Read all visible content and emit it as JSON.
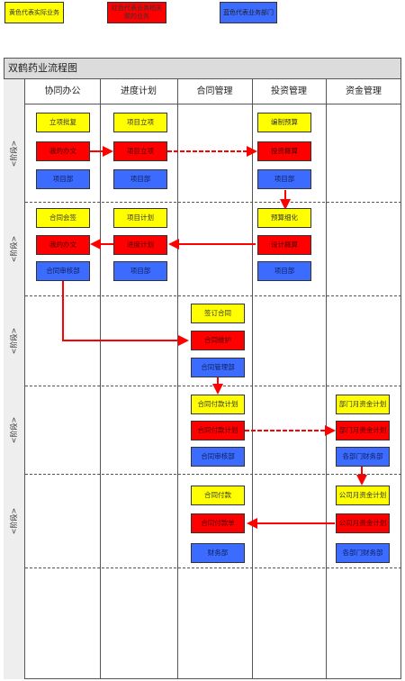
{
  "legend": {
    "yellow": "黄色代表实际业务",
    "red": "红色代表业务相关联的业务",
    "blue": "蓝色代表业务部门"
  },
  "title": "双鹤药业流程图",
  "lanes": [
    "协同办公",
    "进度计划",
    "合同管理",
    "投资管理",
    "资金管理"
  ],
  "stages": [
    "<阶段>",
    "<阶段>",
    "<阶段>",
    "<阶段>",
    "<阶段>"
  ],
  "boxes": {
    "s1_xt_1": "立项批复",
    "s1_xt_2": "我的办文",
    "s1_xt_3": "项目部",
    "s1_jd_1": "项目立项",
    "s1_jd_2": "项目立项",
    "s1_jd_3": "项目部",
    "s1_tz_1": "编制预算",
    "s1_tz_2": "投资概算",
    "s1_tz_3": "项目部",
    "s2_xt_1": "合同会签",
    "s2_xt_2": "我的办文",
    "s2_xt_3": "合同审核部",
    "s2_jd_1": "项目计划",
    "s2_jd_2": "进度计划",
    "s2_jd_3": "项目部",
    "s2_tz_1": "预算细化",
    "s2_tz_2": "设计概算",
    "s2_tz_3": "项目部",
    "s3_ht_1": "签订合同",
    "s3_ht_2": "合同维护",
    "s3_ht_3": "合同管理部",
    "s4_ht_1": "合同付款计划",
    "s4_ht_2": "合同付款计划",
    "s4_ht_3": "合同审核部",
    "s4_zj_1": "部门月资金计划",
    "s4_zj_2": "部门月资金计划",
    "s4_zj_3": "各部门财务部",
    "s5_ht_1": "合同付款",
    "s5_ht_2": "合同付款单",
    "s5_ht_3": "财务部",
    "s5_zj_1": "公司月资金计划",
    "s5_zj_2": "公司月资金计划",
    "s5_zj_3": "各部门财务部"
  },
  "colors": {
    "yellow": "#ffff00",
    "red": "#ff0000",
    "blue": "#3b6bff",
    "arrow": "#ff0000"
  }
}
